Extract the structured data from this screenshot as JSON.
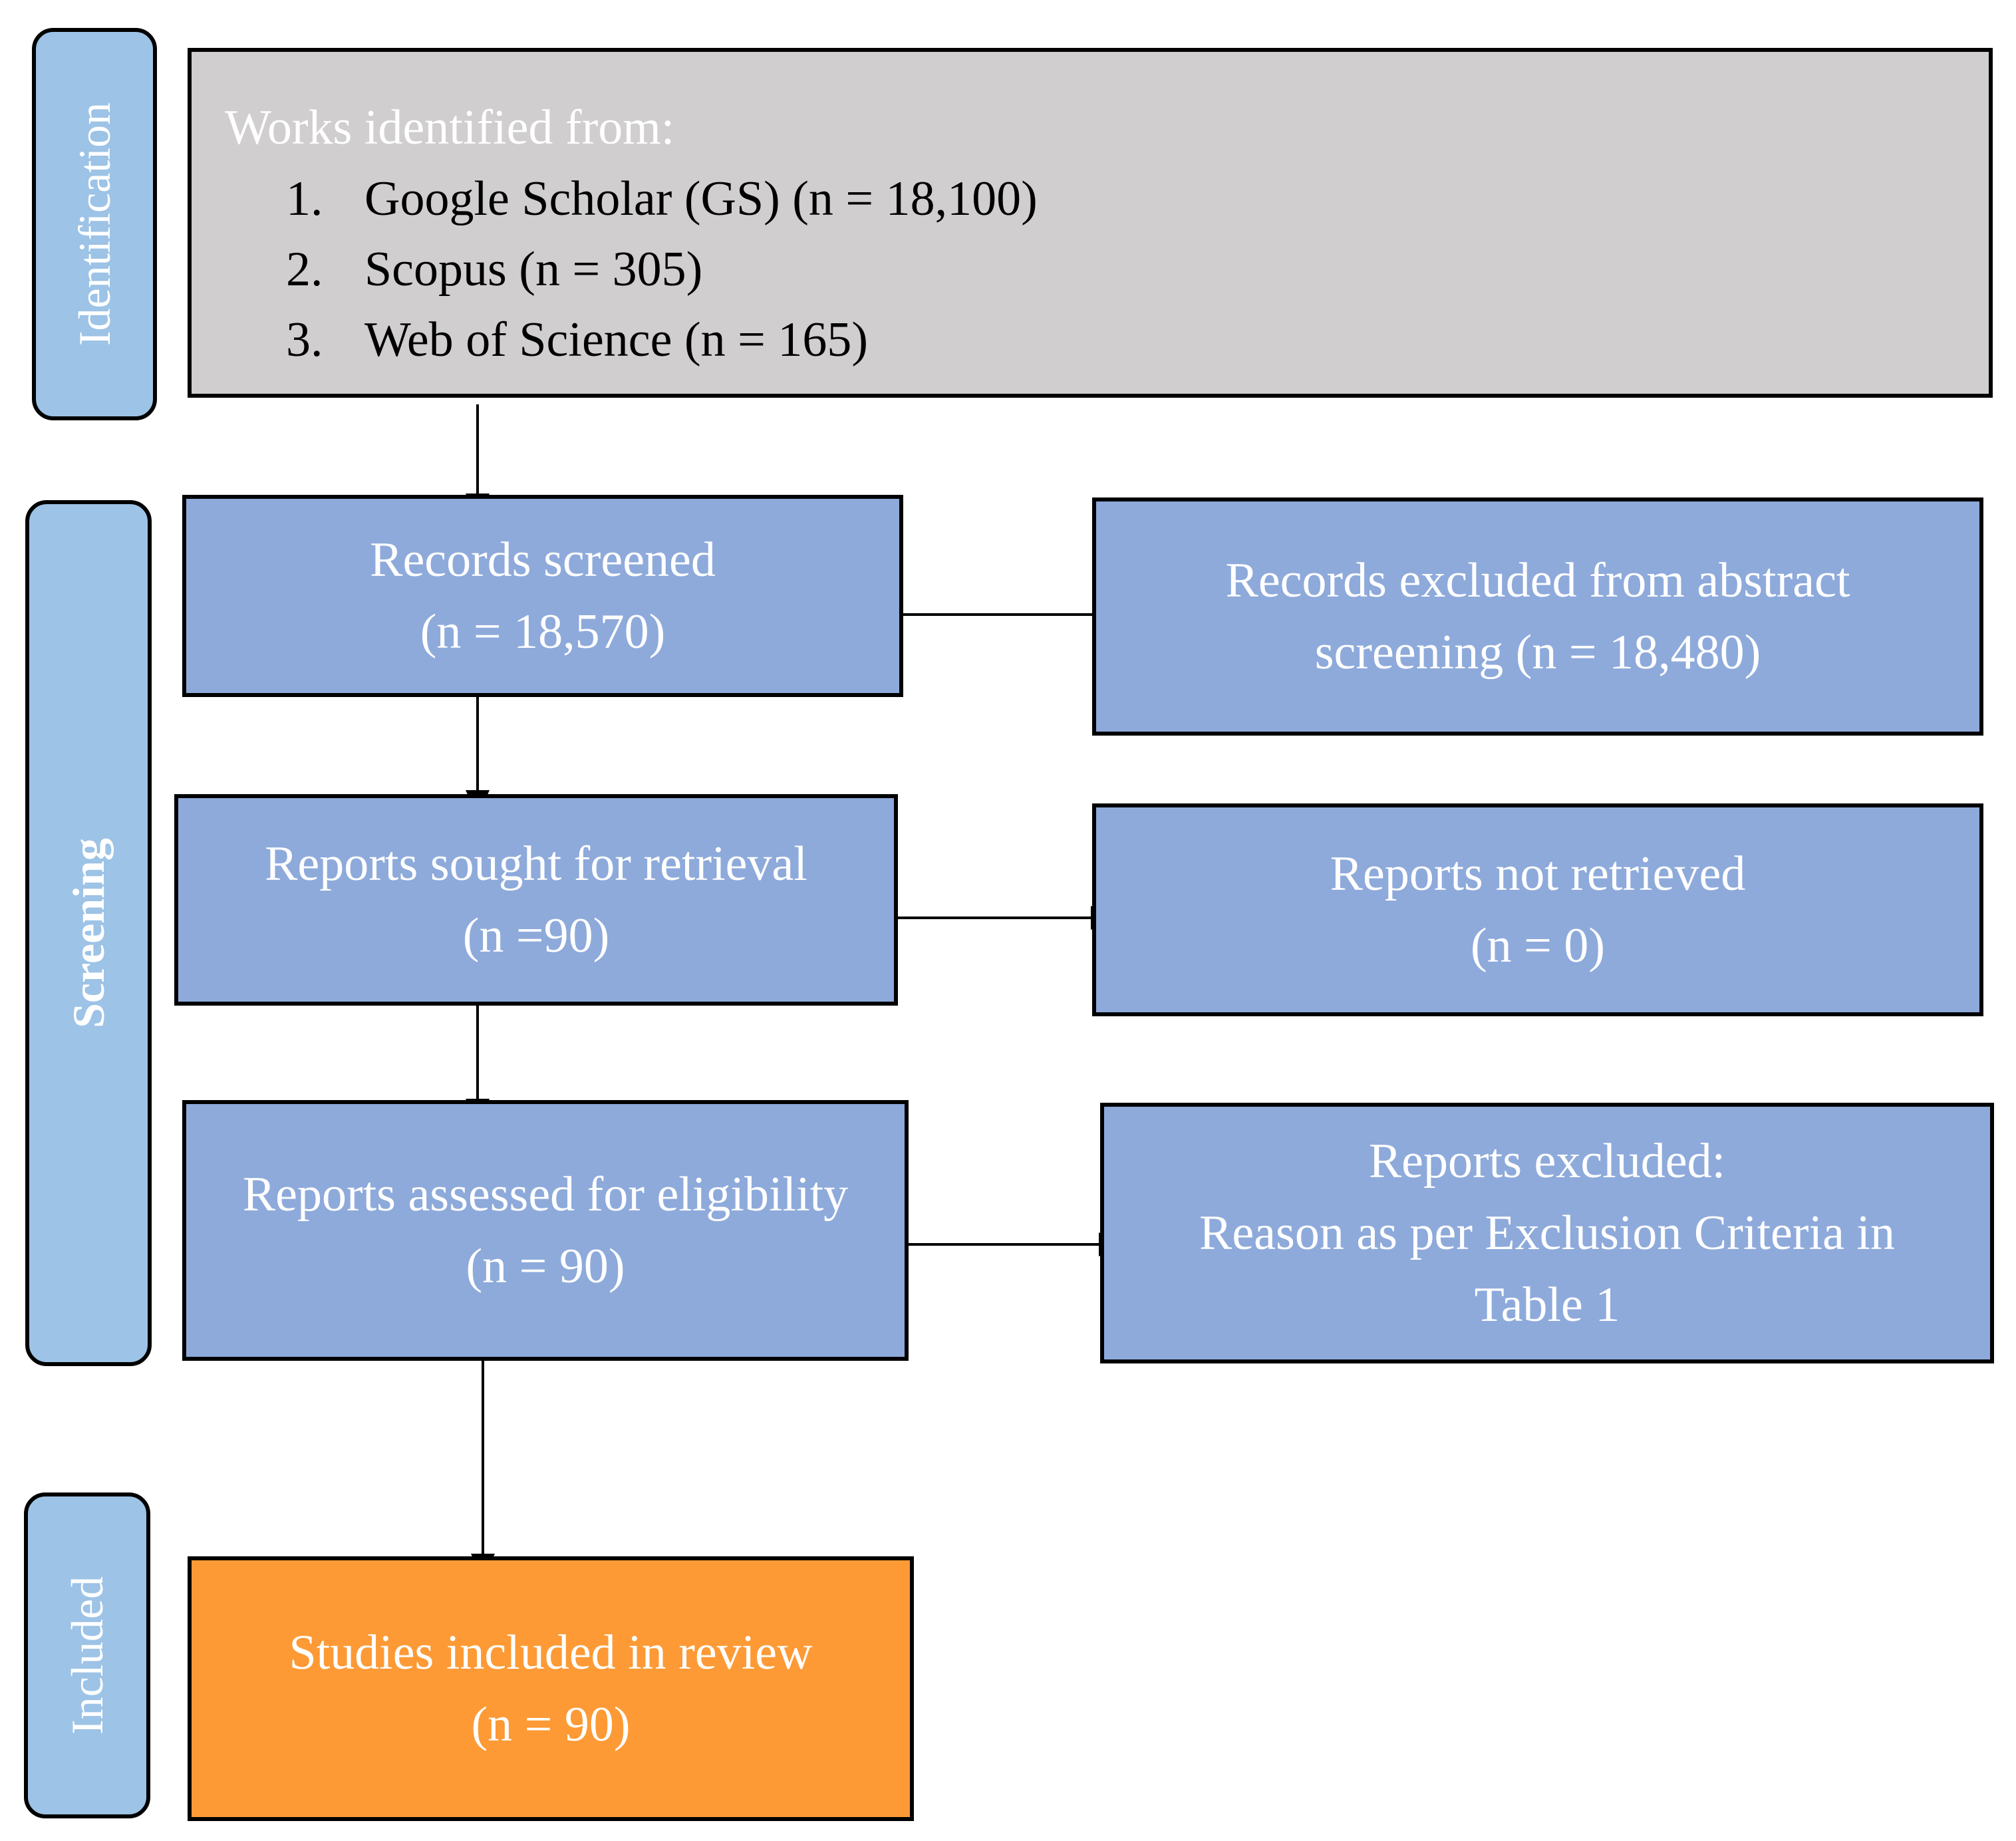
{
  "phases": {
    "identification": "Identification",
    "screening": "Screening",
    "included": "Included"
  },
  "identification": {
    "title": "Works identified from:",
    "sources": [
      {
        "num": "1.",
        "text": "Google Scholar (GS) (n = 18,100)"
      },
      {
        "num": "2.",
        "text": "Scopus (n = 305)"
      },
      {
        "num": "3.",
        "text": "Web of Science (n = 165)"
      }
    ]
  },
  "screening": {
    "records_screened": {
      "line1": "Records screened",
      "line2": "(n = 18,570)"
    },
    "records_excluded": {
      "line1": "Records excluded from abstract",
      "line2": "screening (n = 18,480)"
    },
    "reports_sought": {
      "line1": "Reports sought for retrieval",
      "line2": "(n =90)"
    },
    "reports_not_retrieved": {
      "line1": "Reports not retrieved",
      "line2": "(n = 0)"
    },
    "reports_assessed": {
      "line1": "Reports assessed for eligibility",
      "line2": "(n = 90)"
    },
    "reports_excluded": {
      "line1": "Reports excluded:",
      "line2": "Reason as per Exclusion Criteria in",
      "line3": "Table 1"
    }
  },
  "included": {
    "studies_included": {
      "line1": "Studies included in review",
      "line2": "(n = 90)"
    }
  },
  "colors": {
    "identification_box": "#d0cece",
    "process_box": "#8eaadb",
    "included_box": "#fd9a35",
    "phase_label": "#9dc3e6",
    "border": "#000000"
  }
}
